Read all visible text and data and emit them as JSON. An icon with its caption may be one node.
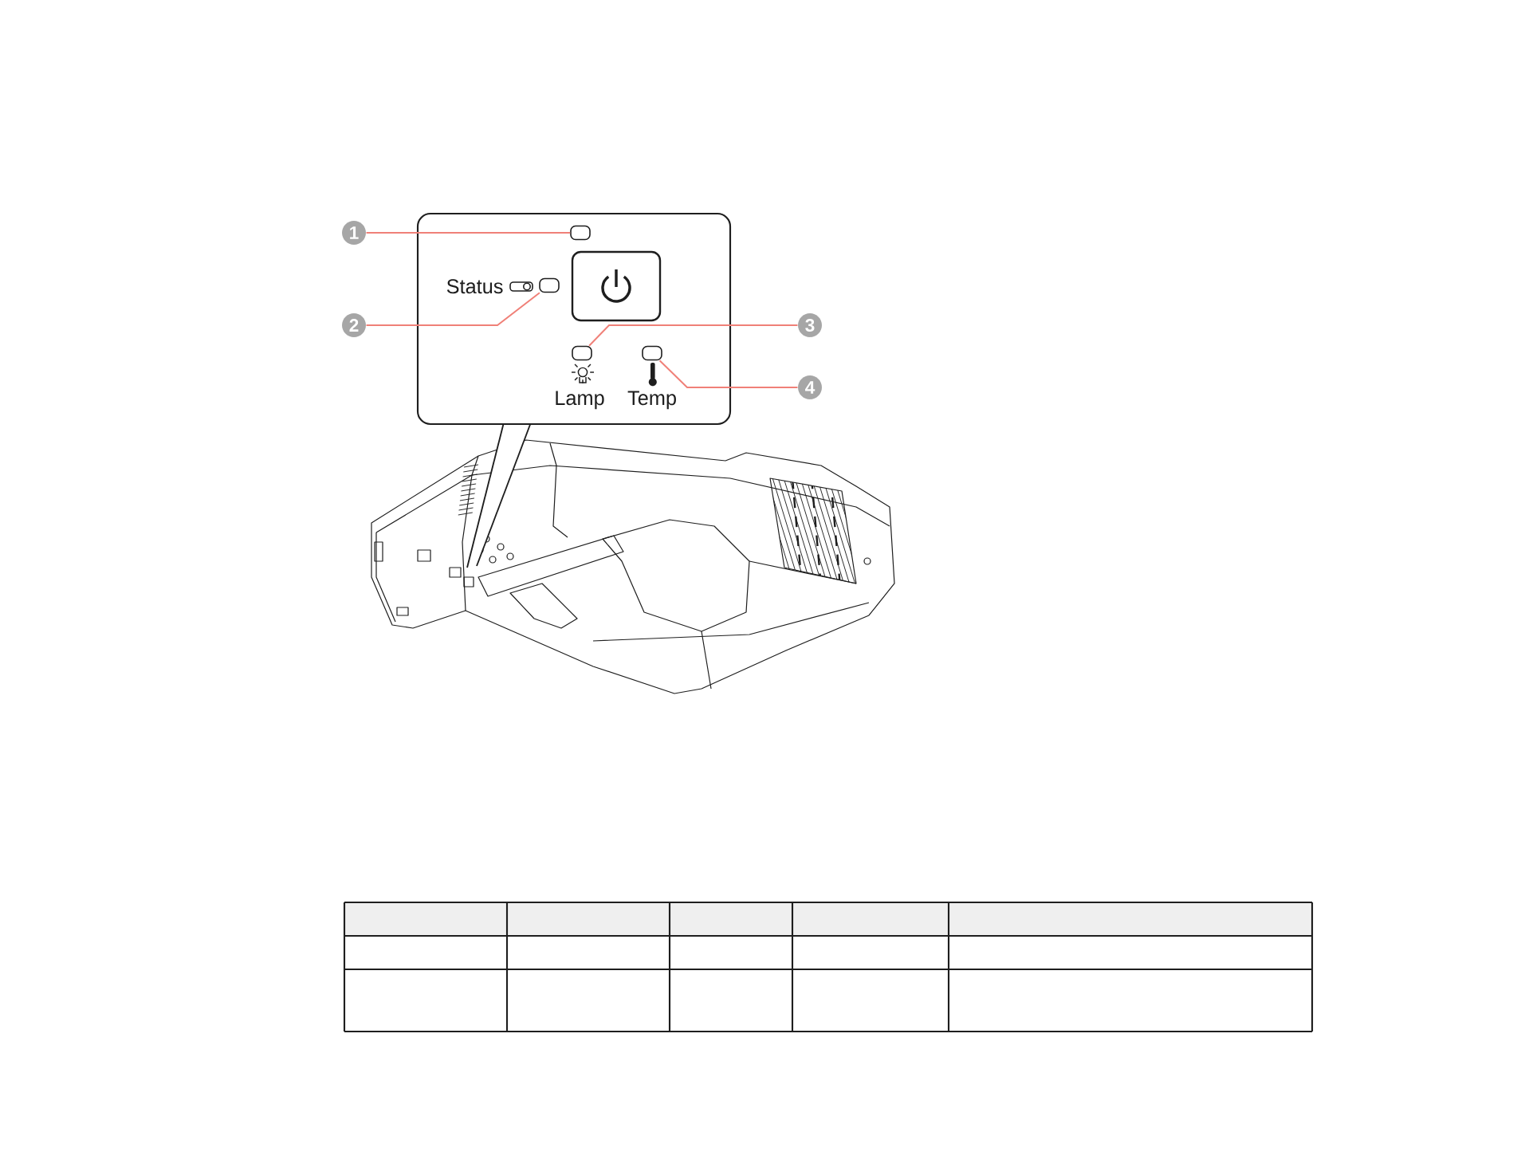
{
  "diagram": {
    "nodes": [
      {
        "text": [],
        "shape": "box"
      },
      {
        "text": [
          "1"
        ]
      },
      {
        "text": [],
        "shape": "box",
        "in": 0
      },
      {
        "text": [],
        "shape": "box",
        "in": 0,
        "beside": [
          "Status"
        ]
      },
      {
        "text": [
          "2"
        ]
      },
      {
        "text": [
          "3"
        ]
      },
      {
        "text": [],
        "shape": "box",
        "in": 0,
        "beside": [
          "Lamp"
        ]
      },
      {
        "text": [],
        "shape": "box",
        "in": 0,
        "beside": [
          "Temp"
        ]
      },
      {
        "text": [
          "4"
        ]
      }
    ],
    "edges": [
      {
        "from": 1,
        "to": 2,
        "arrow": "none"
      },
      {
        "from": 4,
        "to": 3,
        "arrow": "none"
      },
      {
        "from": 5,
        "to": 6,
        "arrow": "none"
      },
      {
        "from": 8,
        "to": 7,
        "arrow": "none"
      }
    ]
  }
}
